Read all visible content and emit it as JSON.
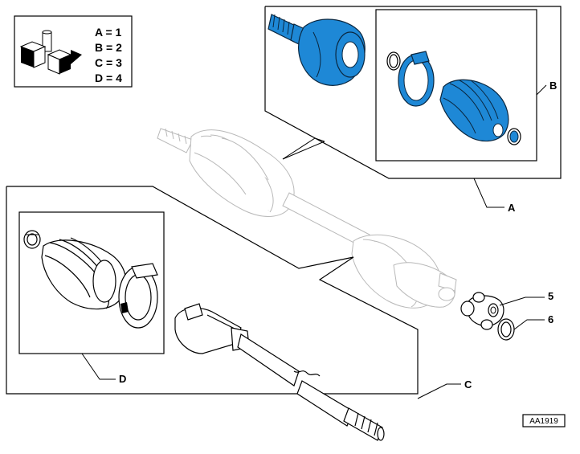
{
  "legend": {
    "lines": [
      "A = 1",
      "B = 2",
      "C = 3",
      "D = 4"
    ],
    "icon": "parts-kit-boxes-icon"
  },
  "callouts": {
    "a": "A",
    "b": "B",
    "c": "C",
    "d": "D",
    "p5": "5",
    "p6": "6"
  },
  "reference": "AA1919",
  "colors": {
    "highlight": "#1e88d6",
    "ghost": "#b9b9b9",
    "ink": "#000000"
  }
}
